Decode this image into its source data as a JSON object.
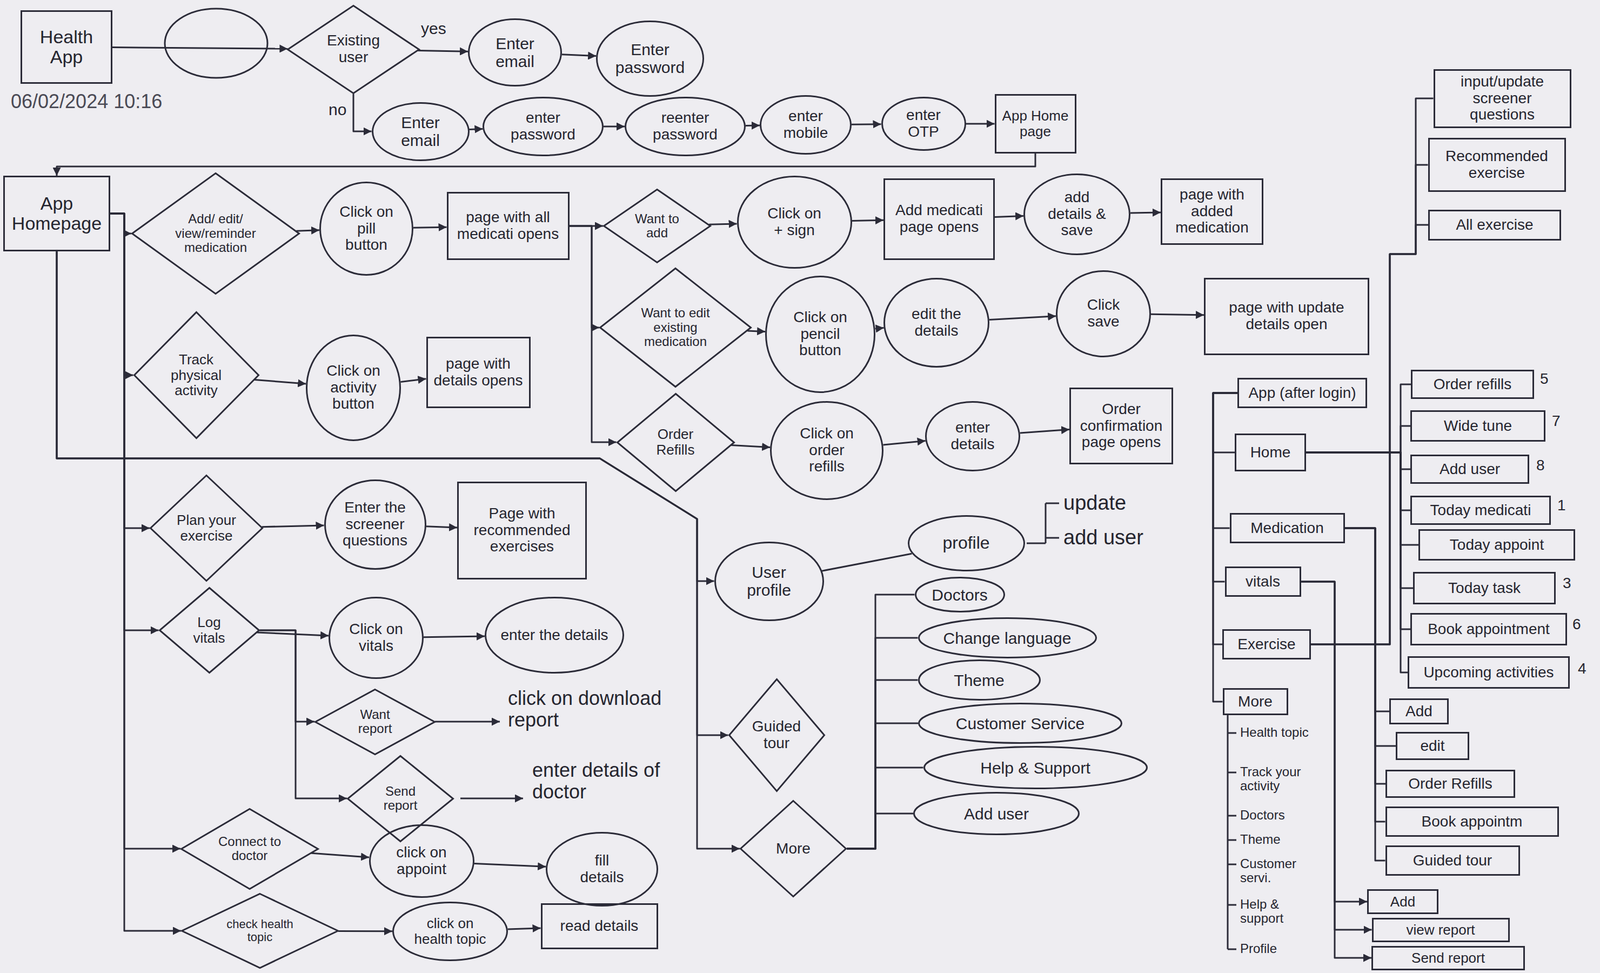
{
  "diagram": {
    "nodes": [
      {
        "text": [
          "Health App"
        ]
      },
      {
        "text": [
          "Existing user"
        ]
      },
      {
        "text": [
          "Enter email"
        ]
      },
      {
        "text": [
          "Enter password"
        ]
      },
      {
        "text": [
          "Enter email"
        ]
      },
      {
        "text": [
          "enter password"
        ]
      },
      {
        "text": [
          "reenter password"
        ]
      },
      {
        "text": [
          "enter mobile"
        ]
      },
      {
        "text": [
          "enter OTP"
        ]
      },
      {
        "text": [
          "App Home page"
        ]
      },
      {
        "text": [
          "App Homepage"
        ]
      },
      {
        "text": [
          "Add/ edit/ view/reminder medication"
        ]
      },
      {
        "text": [
          "Click on pill button"
        ]
      },
      {
        "text": [
          "page with all medicati opens"
        ]
      },
      {
        "text": [
          "Want to add"
        ]
      },
      {
        "text": [
          "Click on + sign"
        ]
      },
      {
        "text": [
          "Add medicati page opens"
        ]
      },
      {
        "text": [
          "add details & save"
        ]
      },
      {
        "text": [
          "page with added medication"
        ]
      },
      {
        "text": [
          "Want to edit existing medication"
        ]
      },
      {
        "text": [
          "Click on pencil button"
        ]
      },
      {
        "text": [
          "edit the details"
        ]
      },
      {
        "text": [
          "Click save"
        ]
      },
      {
        "text": [
          "page with update details open"
        ]
      },
      {
        "text": [
          "Order Refills"
        ]
      },
      {
        "text": [
          "Click on order refills"
        ]
      },
      {
        "text": [
          "enter details"
        ]
      },
      {
        "text": [
          "Order confirmation page opens"
        ]
      },
      {
        "text": [
          "Track physical activity"
        ]
      },
      {
        "text": [
          "Click on activity button"
        ]
      },
      {
        "text": [
          "page with details opens"
        ]
      },
      {
        "text": [
          "Plan your exercise"
        ]
      },
      {
        "text": [
          "Enter the screener questions"
        ]
      },
      {
        "text": [
          "Page with recommended exercises"
        ]
      },
      {
        "text": [
          "Log vitals"
        ]
      },
      {
        "text": [
          "Click on vitals"
        ]
      },
      {
        "text": [
          "enter the details"
        ]
      },
      {
        "text": [
          "Want report"
        ]
      },
      {
        "text": [
          "Send report"
        ]
      },
      {
        "text": [
          "Connect to doctor"
        ]
      },
      {
        "text": [
          "click on appoint"
        ]
      },
      {
        "text": [
          "fill details"
        ]
      },
      {
        "text": [
          "check health topic"
        ]
      },
      {
        "text": [
          "click on health topic"
        ]
      },
      {
        "text": [
          "read details"
        ]
      },
      {
        "text": [
          "User profile"
        ]
      },
      {
        "text": [
          "Guided tour"
        ]
      },
      {
        "text": [
          "More"
        ]
      },
      {
        "text": [
          "profile"
        ]
      },
      {
        "text": [
          "Doctors"
        ]
      },
      {
        "text": [
          "Change language"
        ]
      },
      {
        "text": [
          "Theme"
        ]
      },
      {
        "text": [
          "Customer Service"
        ]
      },
      {
        "text": [
          "Help & Support"
        ]
      },
      {
        "text": [
          "Add user"
        ]
      },
      {
        "text": [
          "App (after login)"
        ]
      },
      {
        "text": [
          "Home"
        ]
      },
      {
        "text": [
          "Medication"
        ]
      },
      {
        "text": [
          "vitals"
        ]
      },
      {
        "text": [
          "Exercise"
        ]
      },
      {
        "text": [
          "More"
        ]
      },
      {
        "text": [
          "input/update screener questions"
        ]
      },
      {
        "text": [
          "Recommended exercise"
        ]
      },
      {
        "text": [
          "All exercise"
        ]
      },
      {
        "text": [
          "Order refills"
        ]
      },
      {
        "text": [
          "Wide tune"
        ]
      },
      {
        "text": [
          "Add user"
        ]
      },
      {
        "text": [
          "Today medicati"
        ]
      },
      {
        "text": [
          "Today appoint"
        ]
      },
      {
        "text": [
          "Today task"
        ]
      },
      {
        "text": [
          "Book appointment"
        ]
      },
      {
        "text": [
          "Upcoming activities"
        ]
      },
      {
        "text": [
          "Add"
        ]
      },
      {
        "text": [
          "edit"
        ]
      },
      {
        "text": [
          "Order Refills"
        ]
      },
      {
        "text": [
          "Book appointm"
        ]
      },
      {
        "text": [
          "Guided tour"
        ]
      },
      {
        "text": [
          "Add"
        ]
      },
      {
        "text": [
          "view report"
        ]
      },
      {
        "text": [
          "Send report"
        ]
      }
    ],
    "edges": [
      {
        "from": 0,
        "to": 1,
        "arrow": "to"
      },
      {
        "from": 1,
        "to": 2,
        "label": "yes",
        "arrow": "to"
      },
      {
        "from": 2,
        "to": 3,
        "arrow": "to"
      },
      {
        "from": 1,
        "to": 4,
        "label": "no",
        "arrow": "to"
      },
      {
        "from": 4,
        "to": 5,
        "arrow": "to"
      },
      {
        "from": 5,
        "to": 6,
        "arrow": "to"
      },
      {
        "from": 6,
        "to": 7,
        "arrow": "to"
      },
      {
        "from": 7,
        "to": 8,
        "arrow": "to"
      },
      {
        "from": 8,
        "to": 9,
        "arrow": "to"
      },
      {
        "from": 9,
        "to": 10,
        "arrow": "to"
      },
      {
        "from": 10,
        "to": 11,
        "arrow": "to"
      },
      {
        "from": 10,
        "to": 28,
        "arrow": "to"
      },
      {
        "from": 10,
        "to": 31,
        "arrow": "to"
      },
      {
        "from": 10,
        "to": 34,
        "arrow": "to"
      },
      {
        "from": 10,
        "to": 39,
        "arrow": "to"
      },
      {
        "from": 10,
        "to": 42,
        "arrow": "to"
      },
      {
        "from": 10,
        "to": 45,
        "arrow": "to"
      },
      {
        "from": 10,
        "to": 46,
        "arrow": "to"
      },
      {
        "from": 10,
        "to": 47,
        "arrow": "to"
      },
      {
        "from": 11,
        "to": 12,
        "arrow": "to"
      },
      {
        "from": 12,
        "to": 13,
        "arrow": "to"
      },
      {
        "from": 13,
        "to": 14,
        "arrow": "to"
      },
      {
        "from": 13,
        "to": 19,
        "arrow": "to"
      },
      {
        "from": 13,
        "to": 24,
        "arrow": "to"
      },
      {
        "from": 14,
        "to": 15,
        "arrow": "to"
      },
      {
        "from": 15,
        "to": 16,
        "arrow": "to"
      },
      {
        "from": 16,
        "to": 17,
        "arrow": "to"
      },
      {
        "from": 17,
        "to": 18,
        "arrow": "to"
      },
      {
        "from": 19,
        "to": 20,
        "arrow": "to"
      },
      {
        "from": 20,
        "to": 21,
        "arrow": "to"
      },
      {
        "from": 21,
        "to": 22,
        "arrow": "to"
      },
      {
        "from": 22,
        "to": 23,
        "arrow": "to"
      },
      {
        "from": 24,
        "to": 25,
        "arrow": "to"
      },
      {
        "from": 25,
        "to": 26,
        "arrow": "to"
      },
      {
        "from": 26,
        "to": 27,
        "arrow": "to"
      },
      {
        "from": 28,
        "to": 29,
        "arrow": "to"
      },
      {
        "from": 29,
        "to": 30,
        "arrow": "to"
      },
      {
        "from": 31,
        "to": 32,
        "arrow": "to"
      },
      {
        "from": 32,
        "to": 33,
        "arrow": "to"
      },
      {
        "from": 34,
        "to": 35,
        "arrow": "to"
      },
      {
        "from": 35,
        "to": 36,
        "arrow": "to"
      },
      {
        "from": 34,
        "to": 37,
        "arrow": "to"
      },
      {
        "from": 34,
        "to": 38,
        "arrow": "to"
      },
      {
        "from": 39,
        "to": 40,
        "arrow": "to"
      },
      {
        "from": 40,
        "to": 41,
        "arrow": "to"
      },
      {
        "from": 42,
        "to": 43,
        "arrow": "to"
      },
      {
        "from": 43,
        "to": 44,
        "arrow": "to"
      },
      {
        "from": 45,
        "to": 48,
        "arrow": "none"
      },
      {
        "from": 47,
        "to": 49,
        "arrow": "none"
      },
      {
        "from": 47,
        "to": 50,
        "arrow": "none"
      },
      {
        "from": 47,
        "to": 51,
        "arrow": "none"
      },
      {
        "from": 47,
        "to": 52,
        "arrow": "none"
      },
      {
        "from": 47,
        "to": 53,
        "arrow": "none"
      },
      {
        "from": 47,
        "to": 54,
        "arrow": "none"
      },
      {
        "from": 55,
        "to": 56,
        "arrow": "none"
      },
      {
        "from": 55,
        "to": 57,
        "arrow": "none"
      },
      {
        "from": 55,
        "to": 58,
        "arrow": "none"
      },
      {
        "from": 55,
        "to": 59,
        "arrow": "none"
      },
      {
        "from": 55,
        "to": 60,
        "arrow": "none"
      },
      {
        "from": 56,
        "to": 64,
        "arrow": "none"
      },
      {
        "from": 56,
        "to": 65,
        "arrow": "none"
      },
      {
        "from": 56,
        "to": 66,
        "arrow": "none"
      },
      {
        "from": 56,
        "to": 67,
        "arrow": "none"
      },
      {
        "from": 56,
        "to": 68,
        "arrow": "none"
      },
      {
        "from": 56,
        "to": 69,
        "arrow": "none"
      },
      {
        "from": 56,
        "to": 70,
        "arrow": "none"
      },
      {
        "from": 56,
        "to": 71,
        "arrow": "none"
      },
      {
        "from": 57,
        "to": 72,
        "arrow": "none"
      },
      {
        "from": 57,
        "to": 73,
        "arrow": "none"
      },
      {
        "from": 57,
        "to": 74,
        "arrow": "none"
      },
      {
        "from": 57,
        "to": 75,
        "arrow": "none"
      },
      {
        "from": 57,
        "to": 76,
        "arrow": "none"
      },
      {
        "from": 58,
        "to": 77,
        "arrow": "to"
      },
      {
        "from": 58,
        "to": 78,
        "arrow": "to"
      },
      {
        "from": 58,
        "to": 79,
        "arrow": "to"
      },
      {
        "from": 59,
        "to": 61,
        "arrow": "none"
      },
      {
        "from": 59,
        "to": 62,
        "arrow": "none"
      },
      {
        "from": 59,
        "to": 63,
        "arrow": "none"
      }
    ],
    "labels": [
      "06/02/2024 10:16",
      "click on download report",
      "enter details of doctor",
      "update",
      "add user",
      "5",
      "7",
      "8",
      "1",
      "3",
      "6",
      "4",
      "Health topic",
      "Track your activity",
      "Doctors",
      "Theme",
      "Customer servi.",
      "Help & support",
      "Profile"
    ]
  }
}
